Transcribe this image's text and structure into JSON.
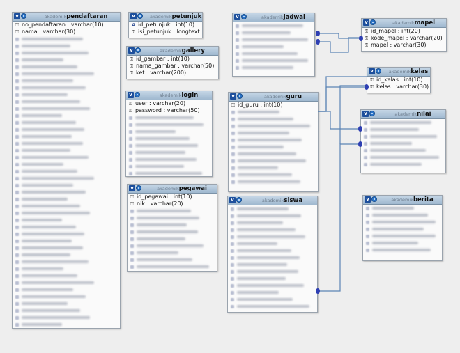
{
  "colors": {
    "header_start": "#c5d6e6",
    "header_end": "#9fb8cf",
    "line": "#5b84b5",
    "endpoint": "#2e3fb3",
    "body": "#fafafa"
  },
  "tables": [
    {
      "id": "pendaftaran",
      "schema": "akademik",
      "name": "pendaftaran",
      "columns": [
        {
          "icon": "key",
          "text": "no_pendaftaran : varchar(10)"
        },
        {
          "icon": "key",
          "text": "nama : varchar(30)"
        }
      ]
    },
    {
      "id": "petunjuk",
      "schema": "akademik",
      "name": "petunjuk",
      "columns": [
        {
          "icon": "hash",
          "text": "id_petunjuk : int(10)"
        },
        {
          "icon": "key",
          "text": "isi_petunjuk : longtext"
        }
      ]
    },
    {
      "id": "gallery",
      "schema": "akademik",
      "name": "gallery",
      "columns": [
        {
          "icon": "key",
          "text": "id_gambar : int(10)"
        },
        {
          "icon": "key",
          "text": "nama_gambar : varchar(50)"
        },
        {
          "icon": "key",
          "text": "ket : varchar(200)"
        }
      ]
    },
    {
      "id": "login",
      "schema": "akademik",
      "name": "login",
      "columns": [
        {
          "icon": "key",
          "text": "user : varchar(20)"
        },
        {
          "icon": "key",
          "text": "password : varchar(50)"
        }
      ]
    },
    {
      "id": "pegawai",
      "schema": "akademik",
      "name": "pegawai",
      "columns": [
        {
          "icon": "key",
          "text": "id_pegawai : int(10)"
        },
        {
          "icon": "key",
          "text": "nik : varchar(20)"
        }
      ]
    },
    {
      "id": "jadwal",
      "schema": "akademik",
      "name": "jadwal",
      "columns": []
    },
    {
      "id": "guru",
      "schema": "akademik",
      "name": "guru",
      "columns": [
        {
          "icon": "key",
          "text": "id_guru : int(10)"
        }
      ]
    },
    {
      "id": "siswa",
      "schema": "akademik",
      "name": "siswa",
      "columns": []
    },
    {
      "id": "mapel",
      "schema": "akademik",
      "name": "mapel",
      "columns": [
        {
          "icon": "key",
          "text": "id_mapel : int(20)"
        },
        {
          "icon": "key",
          "text": "kode_mapel : varchar(20)"
        },
        {
          "icon": "key",
          "text": "mapel : varchar(30)"
        }
      ]
    },
    {
      "id": "kelas",
      "schema": "akademik",
      "name": "kelas",
      "columns": [
        {
          "icon": "key",
          "text": "id_kelas : int(10)"
        },
        {
          "icon": "key",
          "text": "kelas : varchar(30)"
        }
      ]
    },
    {
      "id": "nilai",
      "schema": "akademik",
      "name": "nilai",
      "columns": []
    },
    {
      "id": "berita",
      "schema": "akademik",
      "name": "berita",
      "columns": []
    }
  ]
}
